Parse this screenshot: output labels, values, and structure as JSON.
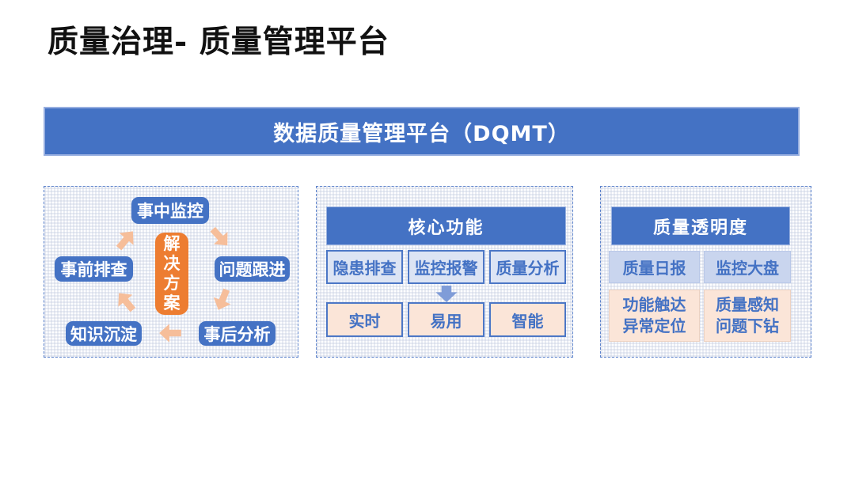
{
  "title": "质量治理- 质量管理平台",
  "banner": {
    "text": "数据质量管理平台（DQMT）"
  },
  "colors": {
    "primary_blue": "#4472C4",
    "orange": "#ED7D31",
    "light_blue_fill": "#DCE4F4",
    "lighter_blue_fill": "#C9D5EE",
    "peach_fill": "#FBE5D8",
    "peach_arrow": "#F6BE9A",
    "blue_arrow": "#7F9CD8"
  },
  "lifecycle_panel": {
    "center_label": "解决方案",
    "stages": {
      "monitor_during": "事中监控",
      "issue_follow": "问题跟进",
      "post_analysis": "事后分析",
      "knowledge": "知识沉淀",
      "pre_check": "事前排查"
    },
    "arrows": [
      "up-right",
      "down-right",
      "down-left",
      "left",
      "up-left"
    ]
  },
  "core_panel": {
    "header": "核心功能",
    "functions": [
      "隐患排查",
      "监控报警",
      "质量分析"
    ],
    "qualities": [
      "实时",
      "易用",
      "智能"
    ]
  },
  "transparency_panel": {
    "header": "质量透明度",
    "row1": [
      "质量日报",
      "监控大盘"
    ],
    "row2": [
      {
        "lines": [
          "功能触达",
          "异常定位"
        ]
      },
      {
        "lines": [
          "质量感知",
          "问题下钻"
        ]
      }
    ]
  }
}
